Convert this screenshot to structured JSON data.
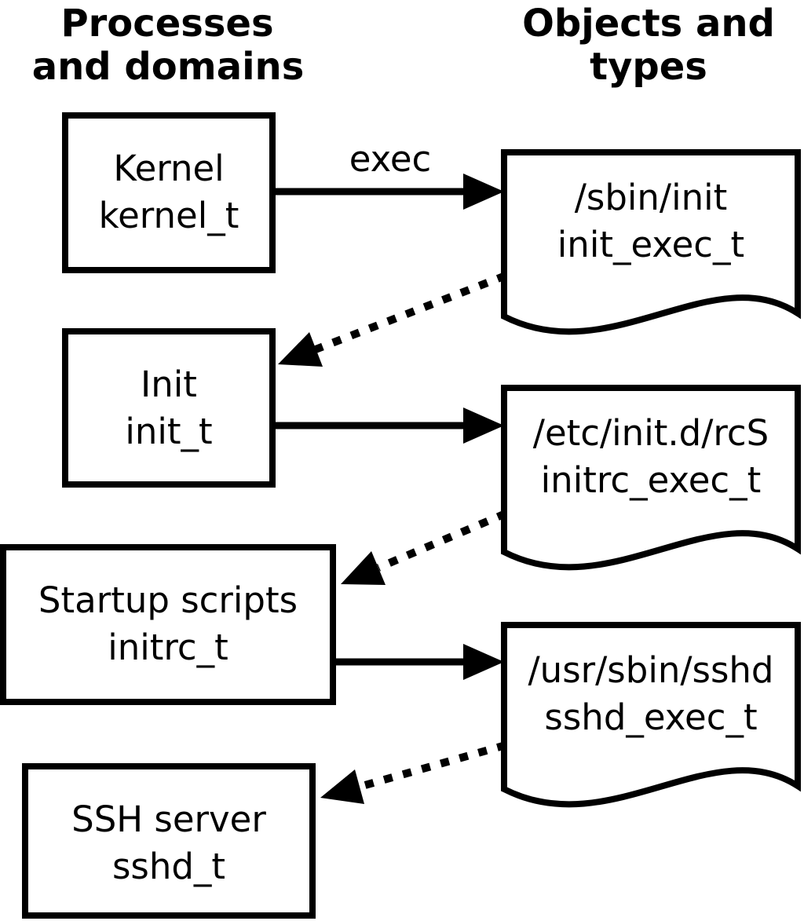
{
  "diagram": {
    "columns": {
      "left_header": {
        "line1": "Processes",
        "line2": "and domains"
      },
      "right_header": {
        "line1": "Objects and",
        "line2": "types"
      }
    },
    "processes": [
      {
        "label": "Kernel",
        "type": "kernel_t"
      },
      {
        "label": "Init",
        "type": "init_t"
      },
      {
        "label": "Startup scripts",
        "type": "initrc_t"
      },
      {
        "label": "SSH server",
        "type": "sshd_t"
      }
    ],
    "objects": [
      {
        "label": "/sbin/init",
        "type": "init_exec_t"
      },
      {
        "label": "/etc/init.d/rcS",
        "type": "initrc_exec_t"
      },
      {
        "label": "/usr/sbin/sshd",
        "type": "sshd_exec_t"
      }
    ],
    "edge_labels": {
      "exec": "exec"
    },
    "colors": {
      "ink": "#000000",
      "background": "#ffffff"
    }
  }
}
